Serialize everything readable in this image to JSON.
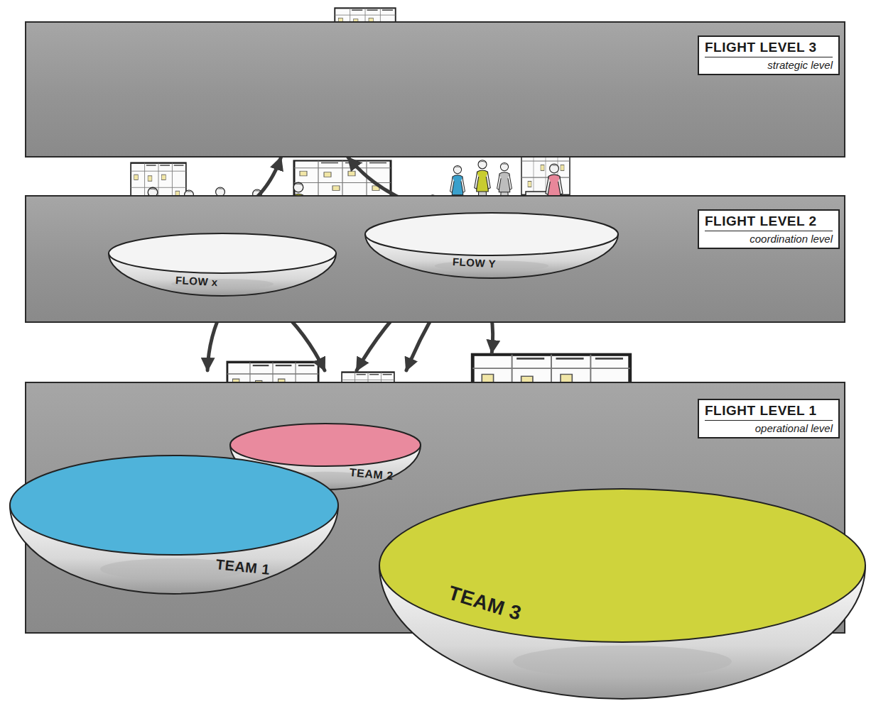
{
  "diagram": {
    "nodes": [
      {
        "text": [
          "FLIGHT LEVEL 3",
          "strategic level"
        ]
      },
      {
        "text": [
          "FLIGHT LEVEL 2",
          "coordination level"
        ]
      },
      {
        "text": [
          "FLOW x"
        ],
        "in": 1
      },
      {
        "text": [
          "FLOW Y"
        ],
        "in": 1
      },
      {
        "text": [
          "FLIGHT LEVEL 1",
          "operational level"
        ]
      },
      {
        "text": [
          "TEAM 1"
        ],
        "in": 4
      },
      {
        "text": [
          "TEAM 2"
        ],
        "in": 4
      },
      {
        "text": [
          "TEAM 3"
        ],
        "in": 4
      }
    ],
    "edges": [
      {
        "from": 0,
        "to": 2,
        "arrow": "both"
      },
      {
        "from": 0,
        "to": 3,
        "arrow": "both"
      },
      {
        "from": 2,
        "to": 5,
        "arrow": "both"
      },
      {
        "from": 2,
        "to": 6,
        "arrow": "both"
      },
      {
        "from": 3,
        "to": 6,
        "arrow": "both"
      },
      {
        "from": 3,
        "to": 6,
        "arrow": "both"
      },
      {
        "from": 3,
        "to": 7,
        "arrow": "both"
      }
    ]
  }
}
